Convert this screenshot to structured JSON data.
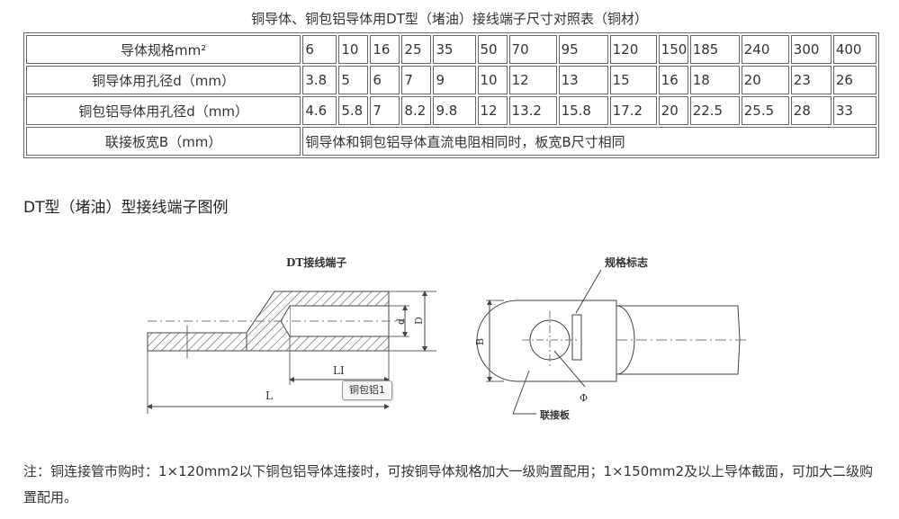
{
  "caption": "铜导体、铜包铝导体用DT型（堵油）接线端子尺寸对照表（铜材）",
  "table": {
    "rows": [
      {
        "label": "导体规格mm²",
        "values": [
          "6",
          "10",
          "16",
          "25",
          "35",
          "50",
          "70",
          "95",
          "120",
          "150",
          "185",
          "240",
          "300",
          "400"
        ]
      },
      {
        "label": "铜导体用孔径d（mm）",
        "values": [
          "3.8",
          "5",
          "6",
          "7",
          "9",
          "10",
          "12",
          "13",
          "15",
          "16",
          "18",
          "20",
          "23",
          "26"
        ]
      },
      {
        "label": "铜包铝导体用孔径d（mm）",
        "values": [
          "4.6",
          "5.8",
          "7",
          "8.2",
          "9.8",
          "12",
          "13.2",
          "15.8",
          "17.2",
          "20",
          "22.5",
          "25.5",
          "28",
          "33"
        ]
      }
    ],
    "last_row": {
      "label": "联接板宽B（mm）",
      "value": "铜导体和铜包铝导体直流电阻相同时，板宽B尺寸相同"
    }
  },
  "section_title": "DT型（堵油）型接线端子图例",
  "diagram": {
    "left_title": "DT接线端子",
    "right_title": "规格标志",
    "dim_d": "d",
    "dim_D": "D",
    "dim_L1": "LI",
    "dim_L": "L",
    "dim_B": "B",
    "dim_phi": "Φ",
    "plate_label": "联接板"
  },
  "tooltip": "铜包铝1",
  "note": "注：铜连接管市购时：1×120mm2以下铜包铝导体连接时，可按铜导体规格加大一级购置配用；1×150mm2及以上导体截面，可加大二级购置配用。"
}
